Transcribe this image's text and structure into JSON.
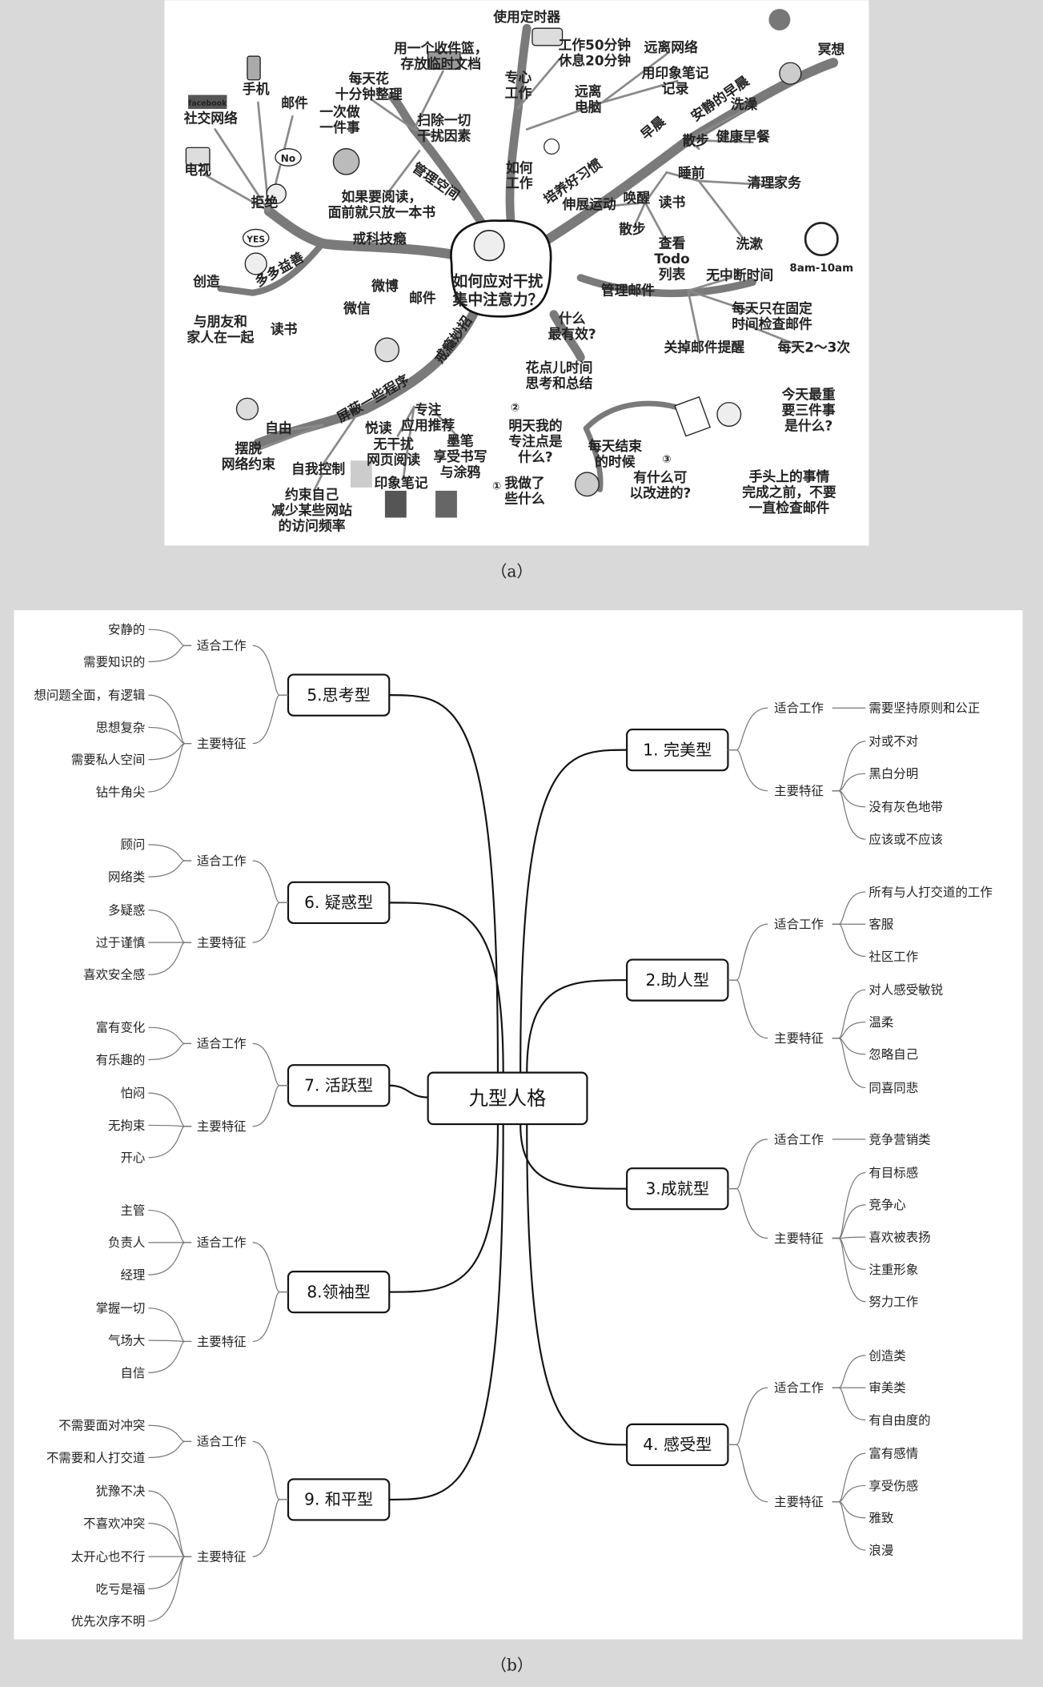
{
  "part_a": {
    "caption": "（a）",
    "center_lines": [
      "如何应对干扰",
      "集中注意力？"
    ],
    "labels": [
      [
        "使用定时器"
      ],
      [
        "工作50分钟",
        "休息20分钟"
      ],
      [
        "远离网络"
      ],
      [
        "冥想"
      ],
      [
        "专心",
        "工作"
      ],
      [
        "用印象笔记",
        "记录"
      ],
      [
        "远离",
        "电脑"
      ],
      [
        "安静的早晨"
      ],
      [
        "洗澡"
      ],
      [
        "早晨"
      ],
      [
        "散步"
      ],
      [
        "健康早餐"
      ],
      [
        "用一个收件篮，",
        "存放临时文档"
      ],
      [
        "每天花",
        "十分钟整理"
      ],
      [
        "手机"
      ],
      [
        "邮件"
      ],
      [
        "社交网络"
      ],
      [
        "一次做",
        "一件事"
      ],
      [
        "扫除一切",
        "干扰因素"
      ],
      [
        "电视"
      ],
      [
        "如何",
        "工作"
      ],
      [
        "培养好习惯"
      ],
      [
        "管理空间"
      ],
      [
        "睡前"
      ],
      [
        "清理家务"
      ],
      [
        "拒绝"
      ],
      [
        "读书"
      ],
      [
        "唤醒"
      ],
      [
        "伸展运动"
      ],
      [
        "如果要阅读，",
        "面前就只放一本书"
      ],
      [
        "戒科技瘾"
      ],
      [
        "散步"
      ],
      [
        "洗漱"
      ],
      [
        "查看",
        "Todo",
        "列表"
      ],
      [
        "8am-10am"
      ],
      [
        "无中断时间"
      ],
      [
        "创造"
      ],
      [
        "多多益善"
      ],
      [
        "管理邮件"
      ],
      [
        "微博"
      ],
      [
        "邮件"
      ],
      [
        "微信"
      ],
      [
        "每天只在固定",
        "时间检查邮件"
      ],
      [
        "什么",
        "最有效?"
      ],
      [
        "与朋友和",
        "家人在一起"
      ],
      [
        "读书"
      ],
      [
        "戒瘾妙招"
      ],
      [
        "关掉邮件提醒"
      ],
      [
        "每天2～3次"
      ],
      [
        "花点儿时间",
        "思考和总结"
      ],
      [
        "屏蔽一些程序"
      ],
      [
        "今天最重",
        "要三件事",
        "是什么?"
      ],
      [
        "专注",
        "应用推荐"
      ],
      [
        "自由"
      ],
      [
        "明天我的",
        "专注点是",
        "什么?"
      ],
      [
        "摆脱",
        "网络约束"
      ],
      [
        "悦读"
      ],
      [
        "无干扰",
        "网页阅读"
      ],
      [
        "每天结束",
        "的时候"
      ],
      [
        "自我控制"
      ],
      [
        "印象笔记"
      ],
      [
        "墨笔",
        "享受书写",
        "与涂鸦"
      ],
      [
        "手头上的事情",
        "完成之前，不要",
        "一直检查邮件"
      ],
      [
        "我做了",
        "些什么"
      ],
      [
        "有什么可",
        "以改进的?"
      ],
      [
        "约束自己",
        "减少某些网站",
        "的访问频率"
      ],
      [
        "No"
      ],
      [
        "YES"
      ],
      [
        "facebook"
      ],
      [
        "①"
      ],
      [
        "②"
      ],
      [
        "③"
      ]
    ]
  },
  "part_b": {
    "caption": "（b）",
    "center": "九型人格",
    "types": [
      {
        "label": "1. 完美型",
        "groups": [
          {
            "label": "适合工作",
            "items": [
              "需要坚持原则和公正"
            ]
          },
          {
            "label": "主要特征",
            "items": [
              "对或不对",
              "黑白分明",
              "没有灰色地带",
              "应该或不应该"
            ]
          }
        ]
      },
      {
        "label": "2.助人型",
        "groups": [
          {
            "label": "适合工作",
            "items": [
              "所有与人打交道的工作",
              "客服",
              "社区工作"
            ]
          },
          {
            "label": "主要特征",
            "items": [
              "对人感受敏锐",
              "温柔",
              "忽略自己",
              "同喜同悲"
            ]
          }
        ]
      },
      {
        "label": "3.成就型",
        "groups": [
          {
            "label": "适合工作",
            "items": [
              "竞争营销类"
            ]
          },
          {
            "label": "主要特征",
            "items": [
              "有目标感",
              "竞争心",
              "喜欢被表扬",
              "注重形象",
              "努力工作"
            ]
          }
        ]
      },
      {
        "label": "4. 感受型",
        "groups": [
          {
            "label": "适合工作",
            "items": [
              "创造类",
              "审美类",
              "有自由度的"
            ]
          },
          {
            "label": "主要特征",
            "items": [
              "富有感情",
              "享受伤感",
              "雅致",
              "浪漫"
            ]
          }
        ]
      },
      {
        "label": "5.思考型",
        "groups": [
          {
            "label": "适合工作",
            "items": [
              "安静的",
              "需要知识的"
            ]
          },
          {
            "label": "主要特征",
            "items": [
              "想问题全面，有逻辑",
              "思想复杂",
              "需要私人空间",
              "钻牛角尖"
            ]
          }
        ]
      },
      {
        "label": "6. 疑惑型",
        "groups": [
          {
            "label": "适合工作",
            "items": [
              "顾问",
              "网络类"
            ]
          },
          {
            "label": "主要特征",
            "items": [
              "多疑惑",
              "过于谨慎",
              "喜欢安全感"
            ]
          }
        ]
      },
      {
        "label": "7. 活跃型",
        "groups": [
          {
            "label": "适合工作",
            "items": [
              "富有变化",
              "有乐趣的"
            ]
          },
          {
            "label": "主要特征",
            "items": [
              "怕闷",
              "无拘束",
              "开心"
            ]
          }
        ]
      },
      {
        "label": "8.领袖型",
        "groups": [
          {
            "label": "适合工作",
            "items": [
              "主管",
              "负责人",
              "经理"
            ]
          },
          {
            "label": "主要特征",
            "items": [
              "掌握一切",
              "气场大",
              "自信"
            ]
          }
        ]
      },
      {
        "label": "9. 和平型",
        "groups": [
          {
            "label": "适合工作",
            "items": [
              "不需要面对冲突",
              "不需要和人打交道"
            ]
          },
          {
            "label": "主要特征",
            "items": [
              "犹豫不决",
              "不喜欢冲突",
              "太开心也不行",
              "吃亏是福",
              "优先次序不明"
            ]
          }
        ]
      }
    ]
  }
}
